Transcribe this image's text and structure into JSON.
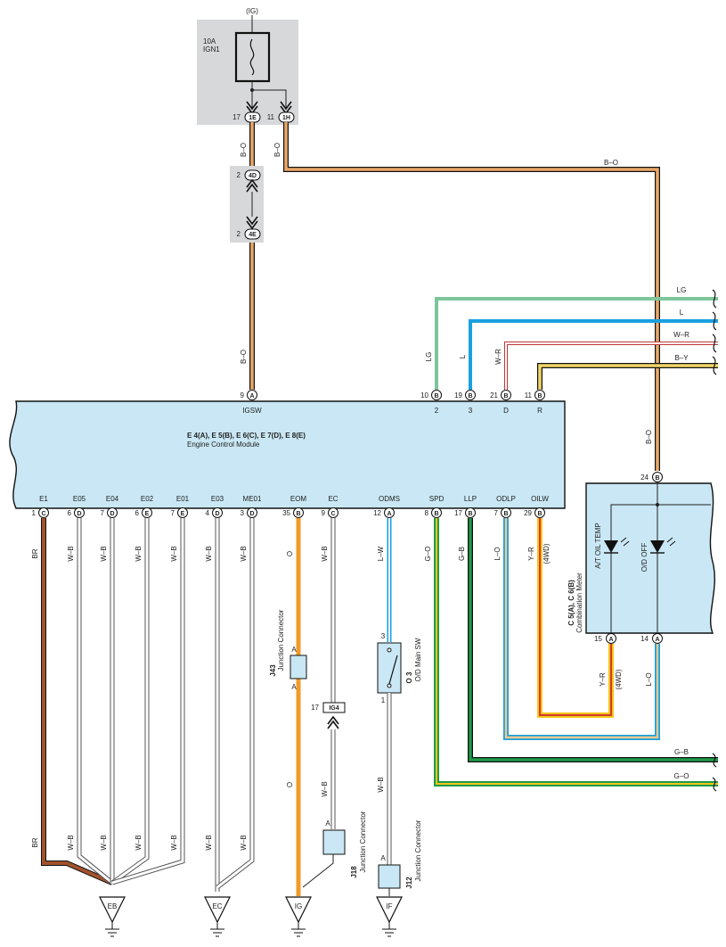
{
  "fuse": {
    "supply": "(IG)",
    "rating": "10A",
    "name": "IGN1"
  },
  "fuse_connectors": [
    {
      "pin": "17",
      "code": "1E"
    },
    {
      "pin": "11",
      "code": "1H"
    }
  ],
  "inline_connectors": [
    {
      "pin": "2",
      "code": "4D"
    },
    {
      "pin": "2",
      "code": "4E"
    }
  ],
  "ecm": {
    "title": "E 4(A), E 5(B), E 6(C), E 7(D), E 8(E)",
    "subtitle": "Engine Control Module",
    "top_pins": [
      {
        "pin": "9",
        "conn": "A",
        "label": "IGSW",
        "wire": "B–O"
      },
      {
        "pin": "10",
        "conn": "B",
        "label": "2",
        "wire": "LG"
      },
      {
        "pin": "19",
        "conn": "B",
        "label": "3",
        "wire": "L"
      },
      {
        "pin": "21",
        "conn": "B",
        "label": "D",
        "wire": "W–R"
      },
      {
        "pin": "11",
        "conn": "B",
        "label": "R",
        "wire": ""
      }
    ],
    "bottom_pins": [
      {
        "pin": "1",
        "conn": "C",
        "label": "E1",
        "wire": "BR"
      },
      {
        "pin": "6",
        "conn": "D",
        "label": "E05",
        "wire": "W–B"
      },
      {
        "pin": "7",
        "conn": "D",
        "label": "E04",
        "wire": "W–B"
      },
      {
        "pin": "6",
        "conn": "E",
        "label": "E02",
        "wire": "W–B"
      },
      {
        "pin": "7",
        "conn": "E",
        "label": "E01",
        "wire": "W–B"
      },
      {
        "pin": "4",
        "conn": "D",
        "label": "E03",
        "wire": "W–B"
      },
      {
        "pin": "3",
        "conn": "D",
        "label": "ME01",
        "wire": "W–B"
      },
      {
        "pin": "35",
        "conn": "B",
        "label": "EOM",
        "wire": "O"
      },
      {
        "pin": "9",
        "conn": "C",
        "label": "EC",
        "wire": "W–B"
      },
      {
        "pin": "12",
        "conn": "A",
        "label": "ODMS",
        "wire": "L–W"
      },
      {
        "pin": "8",
        "conn": "B",
        "label": "SPD",
        "wire": "G–O"
      },
      {
        "pin": "17",
        "conn": "B",
        "label": "LLP",
        "wire": "G–B"
      },
      {
        "pin": "7",
        "conn": "B",
        "label": "ODLP",
        "wire": "L–O"
      },
      {
        "pin": "29",
        "conn": "B",
        "label": "OILW",
        "wire": "Y–R"
      }
    ]
  },
  "wire_labels": {
    "b_o": "B–O",
    "lg": "LG",
    "l": "L",
    "w_r": "W–R",
    "b_y": "B–Y",
    "g_b": "G–B",
    "g_o": "G–O",
    "o": "O",
    "w_b": "W–B",
    "br": "BR",
    "y_r": "Y–R",
    "l_o": "L–O",
    "four_wd": "(4WD)"
  },
  "meter": {
    "code": "C 5(A), C 6(B)",
    "name": "Combination Meter",
    "top_pin": {
      "pin": "24",
      "conn": "B"
    },
    "led1": "A/T OIL TEMP",
    "led2": "O/D OFF",
    "bottom_pins": [
      {
        "pin": "15",
        "conn": "A"
      },
      {
        "pin": "14",
        "conn": "A"
      }
    ]
  },
  "components": {
    "j43": {
      "code": "J43",
      "name": "Junction Connector",
      "pin_a": "A"
    },
    "ig4": {
      "pin": "17",
      "code": "IG4"
    },
    "j18": {
      "code": "J18",
      "name": "Junction Connector",
      "pin_a": "A"
    },
    "o3": {
      "code": "O 3",
      "name": "O/D Main SW",
      "pin_top": "3",
      "pin_bottom": "1"
    },
    "j12": {
      "code": "J12",
      "name": "Junction Connector",
      "pin_a": "A"
    }
  },
  "grounds": [
    "EB",
    "EC",
    "IG",
    "IF"
  ]
}
